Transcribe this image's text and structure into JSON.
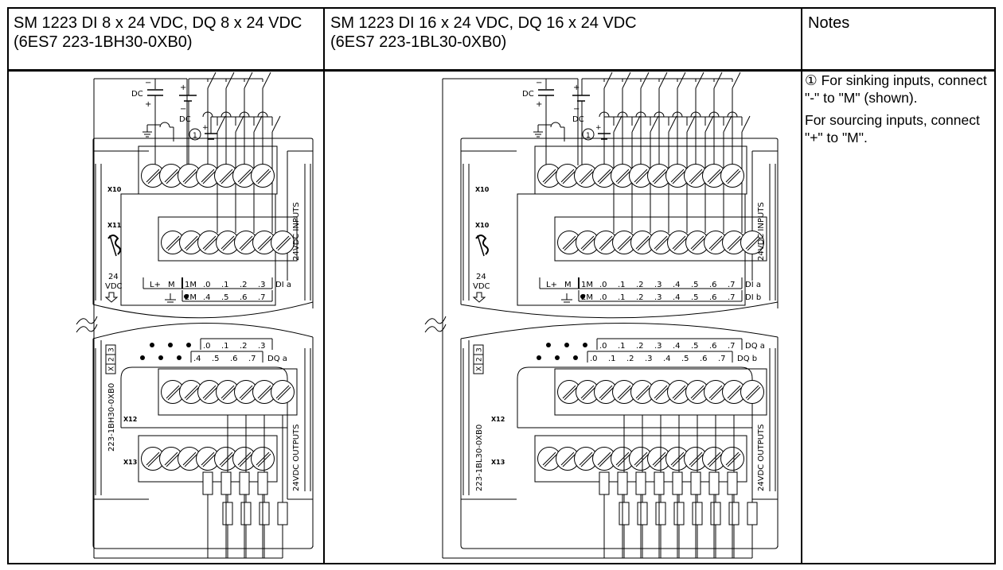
{
  "table": {
    "columns": [
      {
        "title": "SM 1223 DI 8 x 24 VDC, DQ 8 x 24 VDC",
        "order_number": "(6ES7 223-1BH30-0XB0)"
      },
      {
        "title": "SM 1223 DI 16 x 24 VDC, DQ 16 x 24 VDC",
        "order_number": "(6ES7 223-1BL30-0XB0)"
      },
      {
        "title": "Notes"
      }
    ],
    "notes": {
      "note1_marker": "①",
      "note1_text": "For sinking inputs, connect \"-\" to \"M\" (shown).",
      "note2_text": "For sourcing inputs, connect \"+\" to \"M\"."
    }
  },
  "diagram_8": {
    "dc_label": "DC",
    "plus": "+",
    "minus": "−",
    "callout": "1",
    "x10": "X10",
    "x11": "X11",
    "x12": "X12",
    "x13": "X13",
    "supply_24": "24",
    "supply_vdc": "VDC",
    "inputs_label": "24VDC INPUTS",
    "outputs_label": "24VDC OUTPUTS",
    "module_id": "223-1BH30-0XB0",
    "x23": [
      "X",
      "2",
      "3"
    ],
    "di_row1": [
      "L+",
      "M",
      "1M",
      ".0",
      ".1",
      ".2",
      ".3"
    ],
    "di_row1_tag": "DI a",
    "di_row2": [
      "2M",
      ".4",
      ".5",
      ".6",
      ".7"
    ],
    "dq_row1": [
      ".0",
      ".1",
      ".2",
      ".3"
    ],
    "dq_row2": [
      ".4",
      ".5",
      ".6",
      ".7"
    ],
    "dq_tag": "DQ a",
    "terminal_count": 7
  },
  "diagram_16": {
    "dc_label": "DC",
    "plus": "+",
    "minus": "−",
    "callout": "1",
    "x10a": "X10",
    "x10b": "X10",
    "x12": "X12",
    "x13": "X13",
    "supply_24": "24",
    "supply_vdc": "VDC",
    "inputs_label": "24VDC INPUTS",
    "outputs_label": "24VDC OUTPUTS",
    "module_id": "223-1BL30-0XB0",
    "x23": [
      "X",
      "2",
      "3"
    ],
    "di_row1": [
      "L+",
      "M",
      "1M",
      ".0",
      ".1",
      ".2",
      ".3",
      ".4",
      ".5",
      ".6",
      ".7"
    ],
    "di_row1_tag": "DI a",
    "di_row2": [
      "2M",
      ".0",
      ".1",
      ".2",
      ".3",
      ".4",
      ".5",
      ".6",
      ".7"
    ],
    "di_row2_tag": "DI b",
    "dq_row1": [
      ".0",
      ".1",
      ".2",
      ".3",
      ".4",
      ".5",
      ".6",
      ".7"
    ],
    "dq_row1_tag": "DQ a",
    "dq_row2": [
      ".0",
      ".1",
      ".2",
      ".3",
      ".4",
      ".5",
      ".6",
      ".7"
    ],
    "dq_row2_tag": "DQ b",
    "terminal_count": 11
  }
}
